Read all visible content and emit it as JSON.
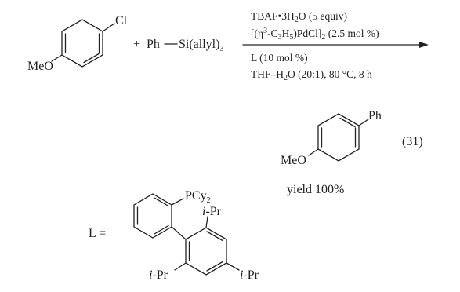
{
  "reactant_aryl": {
    "para_substituent": "MeO",
    "leaving_group": "Cl"
  },
  "plus_sign": "+",
  "reagent": {
    "aryl": "Ph",
    "silane": "Si(allyl)",
    "silane_subscript": "3"
  },
  "conditions": {
    "base": {
      "pre": "TBAF",
      "dot": "•",
      "h2o_pre": "3H",
      "h2o_sub": "2",
      "h2o_post": "O",
      "equiv": " (5 equiv)"
    },
    "catalyst": {
      "open": "[(",
      "eta": "η",
      "eta_sup": "3",
      "ligand_pre": "-C",
      "c_sub": "3",
      "h": "H",
      "h_sub": "5",
      "pd": ")PdCl]",
      "dimer_sub": "2",
      "loading": " (2.5 mol %)"
    },
    "ligand": "L (10 mol %)",
    "solvent": {
      "pre": "THF–H",
      "sub": "2",
      "post": "O (20:1), 80 °C, 8 h"
    }
  },
  "product": {
    "para_substituent": "MeO",
    "aryl": "Ph"
  },
  "equation_number": "(31)",
  "yield_text": "yield  100%",
  "ligand_def": {
    "label": "L =",
    "phosphine": {
      "pre": "PCy",
      "sub": "2"
    },
    "isopropyl_top": {
      "italic": "i",
      "rest": "-Pr"
    },
    "isopropyl_left": {
      "italic": "i",
      "rest": "-Pr"
    },
    "isopropyl_right": {
      "italic": "i",
      "rest": "-Pr"
    }
  },
  "colors": {
    "ink": "#222222",
    "background": "#ffffff"
  }
}
